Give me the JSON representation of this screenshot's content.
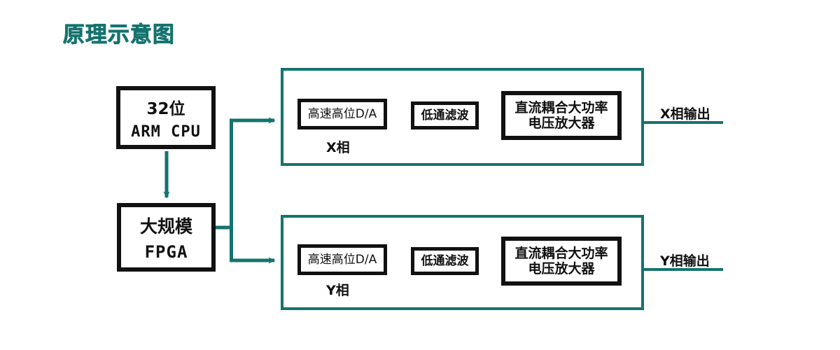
{
  "diagram": {
    "title": "原理示意图",
    "accent_color": "#15736e",
    "box_color": "#111111",
    "background": "#ffffff",
    "controller": {
      "cpu": {
        "line1": "32位",
        "line2": "ARM CPU"
      },
      "fpga": {
        "line1": "大规模",
        "line2": "FPGA"
      }
    },
    "phases": [
      {
        "id": "x",
        "phase_label": "X相",
        "output_label": "X相输出",
        "stages": [
          {
            "name": "dac",
            "label": "高速高位D/A"
          },
          {
            "name": "low-pass-filter",
            "label": "低通滤波"
          },
          {
            "name": "amplifier",
            "line1": "直流耦合大功率",
            "line2": "电压放大器"
          }
        ]
      },
      {
        "id": "y",
        "phase_label": "Y相",
        "output_label": "Y相输出",
        "stages": [
          {
            "name": "dac",
            "label": "高速高位D/A"
          },
          {
            "name": "low-pass-filter",
            "label": "低通滤波"
          },
          {
            "name": "amplifier",
            "line1": "直流耦合大功率",
            "line2": "电压放大器"
          }
        ]
      }
    ]
  }
}
